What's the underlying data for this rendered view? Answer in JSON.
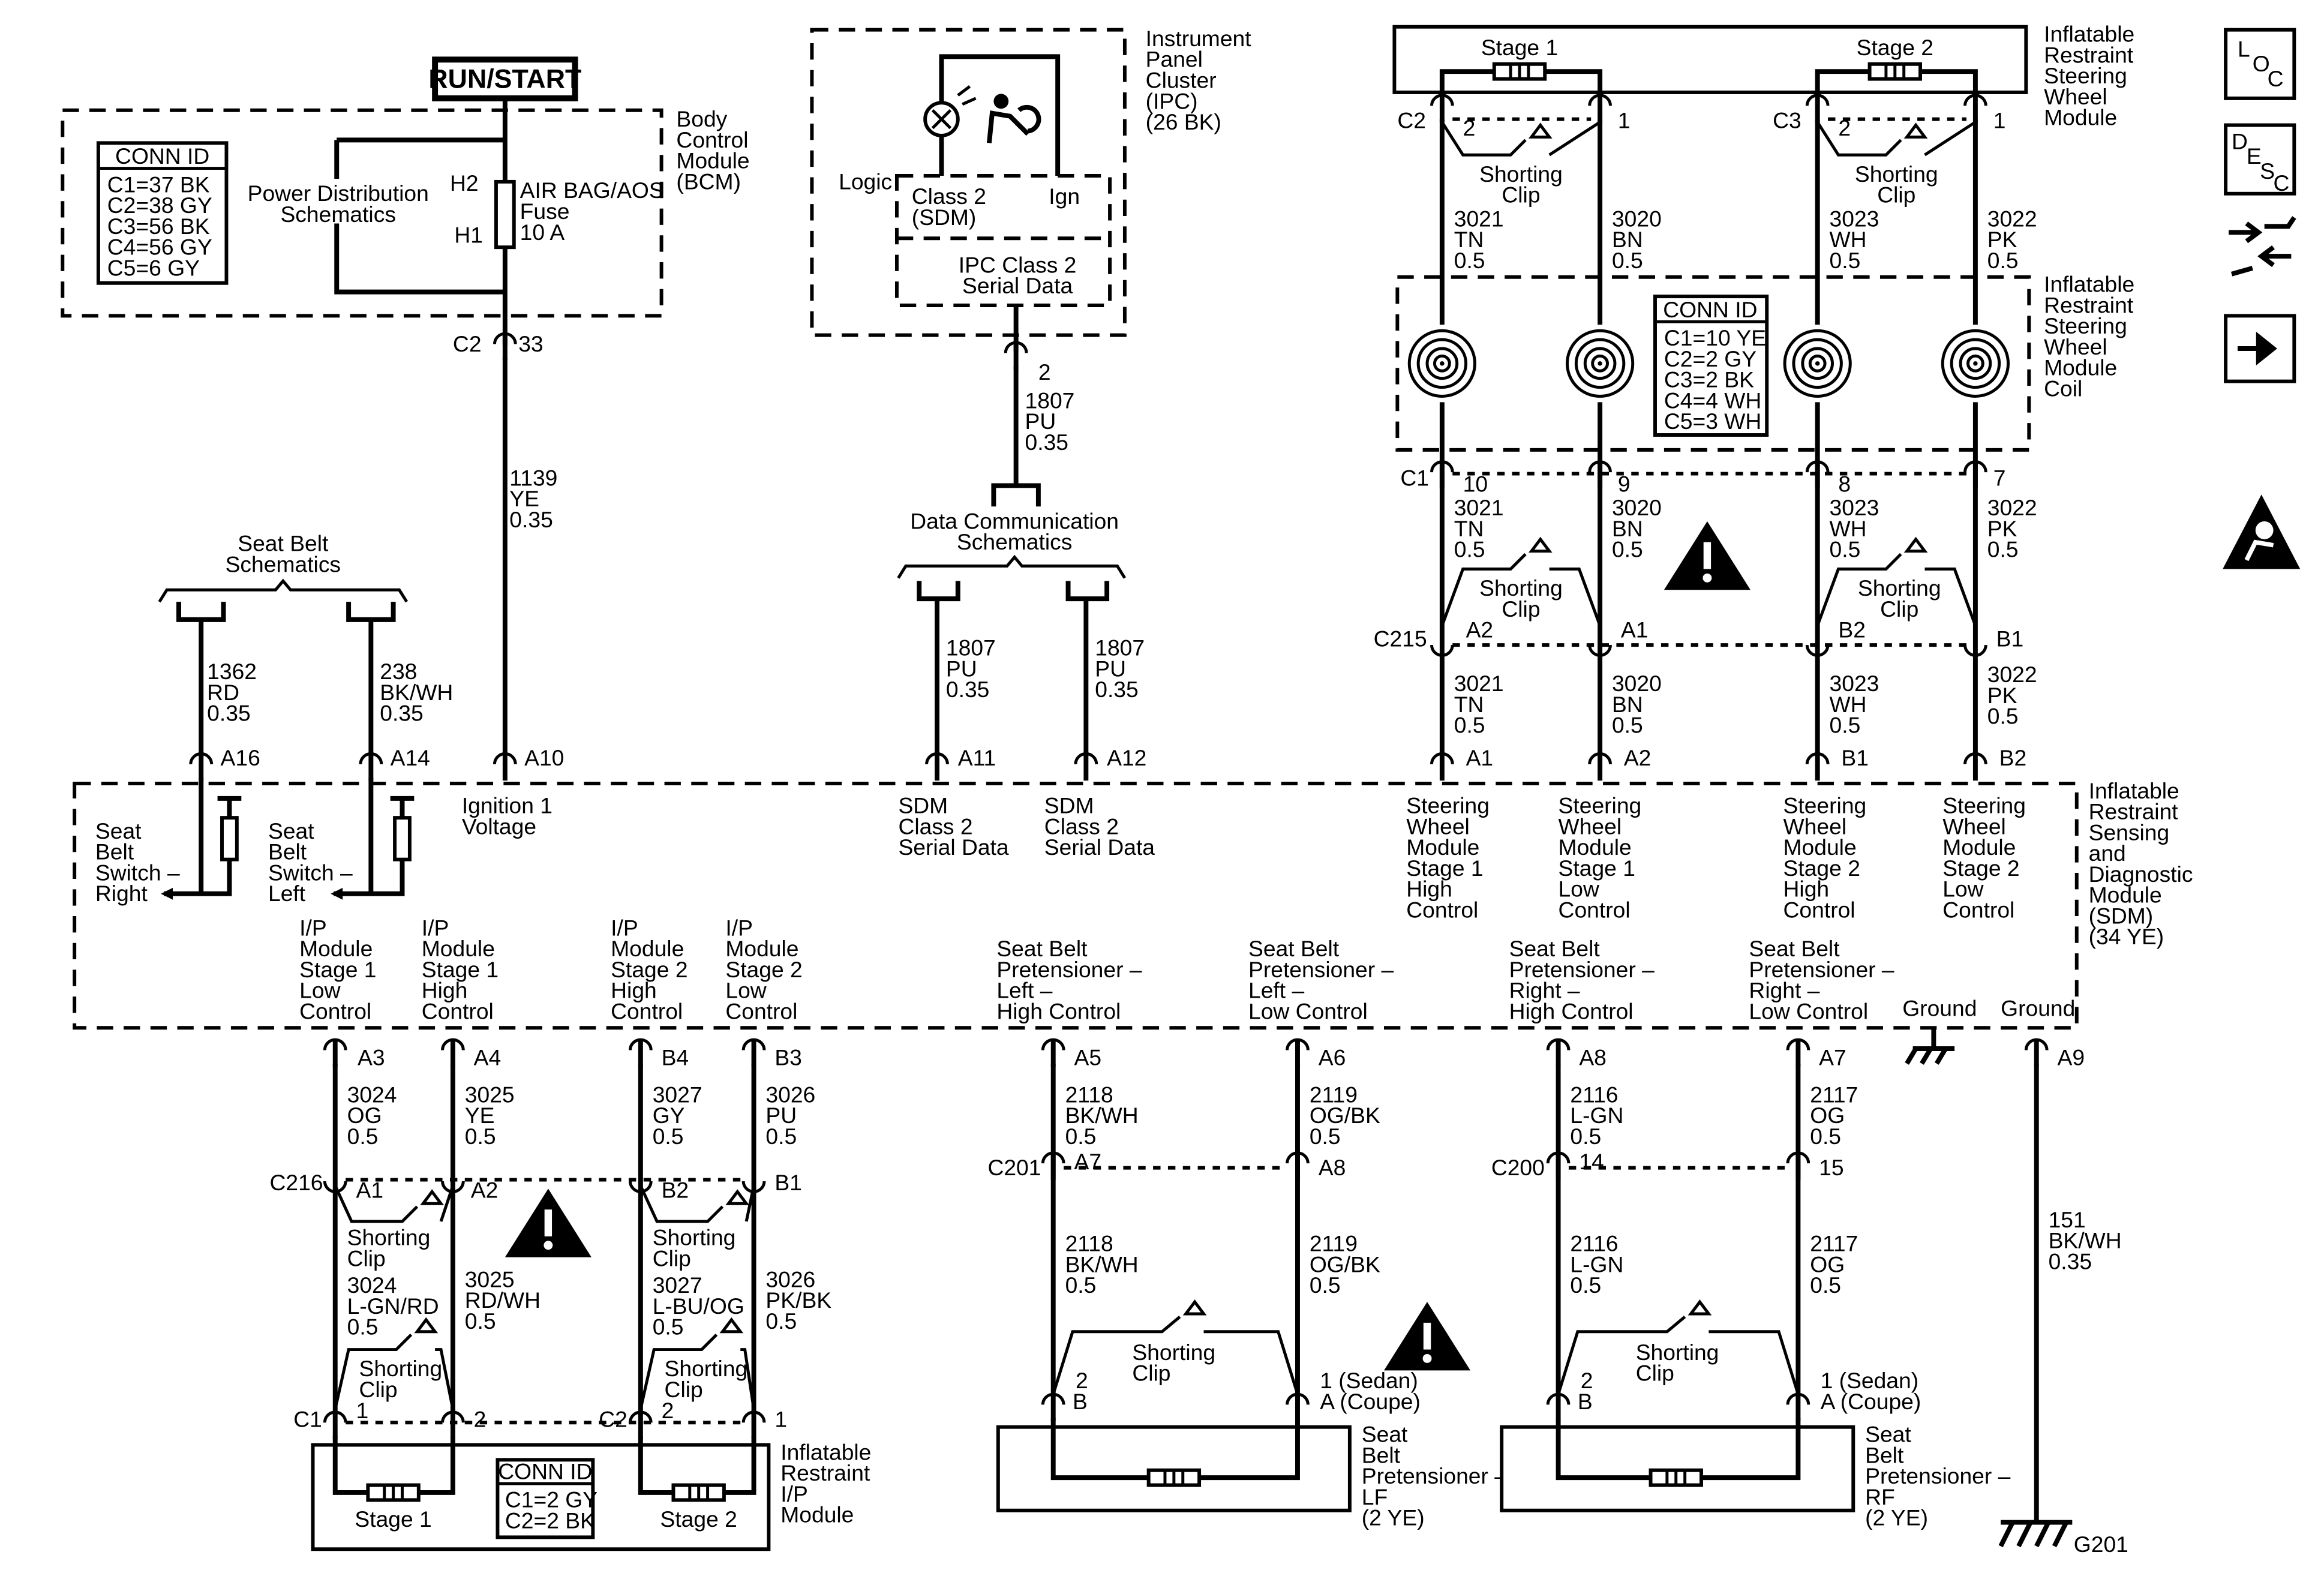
{
  "power": {
    "run_start": "RUN/START"
  },
  "bcm": {
    "title": [
      "Body",
      "Control",
      "Module",
      "(BCM)"
    ],
    "pds": [
      "Power Distribution",
      "Schematics"
    ],
    "fuse_name": [
      "AIR BAG/AOS",
      "Fuse",
      "10 A"
    ],
    "h2": "H2",
    "h1": "H1",
    "conn": "C2",
    "pin": "33",
    "conn_id_title": "CONN ID",
    "conn_ids": [
      "C1=37 BK",
      "C2=38 GY",
      "C3=56 BK",
      "C4=56 GY",
      "C5=6 GY"
    ]
  },
  "ipc": {
    "title": [
      "Instrument",
      "Panel",
      "Cluster",
      "(IPC)",
      "(26 BK)"
    ],
    "logic": "Logic",
    "class2": [
      "Class 2",
      "(SDM)"
    ],
    "ign": "Ign",
    "serial": [
      "IPC Class 2",
      "Serial Data"
    ],
    "pin": "2",
    "wire": [
      "1807",
      "PU",
      "0.35"
    ]
  },
  "dcs": [
    "Data Communication",
    "Schematics"
  ],
  "seatbelt_sch": [
    "Seat Belt",
    "Schematics"
  ],
  "steering_module": {
    "stage1": "Stage 1",
    "stage2": "Stage 2",
    "title": [
      "Inflatable",
      "Restraint",
      "Steering",
      "Wheel",
      "Module"
    ],
    "c2": "C2",
    "c3": "C3",
    "pin2": "2",
    "pin1": "1",
    "shorting": [
      "Shorting",
      "Clip"
    ]
  },
  "coil": {
    "title": [
      "Inflatable",
      "Restraint",
      "Steering",
      "Wheel",
      "Module",
      "Coil"
    ],
    "conn_id_title": "CONN ID",
    "conn_ids": [
      "C1=10 YE",
      "C2=2 GY",
      "C3=2 BK",
      "C4=4 WH",
      "C5=3 WH"
    ],
    "c1": "C1",
    "pins": [
      "10",
      "9",
      "8",
      "7"
    ],
    "c215": "C215",
    "c215_pins": [
      "A2",
      "A1",
      "B2",
      "B1"
    ]
  },
  "steer_wires": [
    [
      "3021",
      "TN",
      "0.5"
    ],
    [
      "3020",
      "BN",
      "0.5"
    ],
    [
      "3023",
      "WH",
      "0.5"
    ],
    [
      "3022",
      "PK",
      "0.5"
    ]
  ],
  "seat_wires": [
    [
      "1362",
      "RD",
      "0.35"
    ],
    [
      "238",
      "BK/WH",
      "0.35"
    ]
  ],
  "ign_wire": [
    "1139",
    "YE",
    "0.35"
  ],
  "data_wires": [
    [
      "1807",
      "PU",
      "0.35"
    ],
    [
      "1807",
      "PU",
      "0.35"
    ]
  ],
  "sdm": {
    "title": [
      "Inflatable",
      "Restraint",
      "Sensing",
      "and",
      "Diagnostic",
      "Module",
      "(SDM)",
      "(34 YE)"
    ],
    "top_pins": [
      "A16",
      "A14",
      "A10",
      "A11",
      "A12",
      "A1",
      "A2",
      "B1",
      "B2"
    ],
    "switch_r": [
      "Seat",
      "Belt",
      "Switch –",
      "Right"
    ],
    "switch_l": [
      "Seat",
      "Belt",
      "Switch –",
      "Left"
    ],
    "ign": [
      "Ignition 1",
      "Voltage"
    ],
    "ser1": [
      "SDM",
      "Class 2",
      "Serial Data"
    ],
    "ser2": [
      "SDM",
      "Class 2",
      "Serial Data"
    ],
    "steer_labels": [
      [
        "Steering",
        "Wheel",
        "Module",
        "Stage 1",
        "High",
        "Control"
      ],
      [
        "Steering",
        "Wheel",
        "Module",
        "Stage 1",
        "Low",
        "Control"
      ],
      [
        "Steering",
        "Wheel",
        "Module",
        "Stage 2",
        "High",
        "Control"
      ],
      [
        "Steering",
        "Wheel",
        "Module",
        "Stage 2",
        "Low",
        "Control"
      ]
    ],
    "ip_labels": [
      [
        "I/P",
        "Module",
        "Stage 1",
        "Low",
        "Control"
      ],
      [
        "I/P",
        "Module",
        "Stage 1",
        "High",
        "Control"
      ],
      [
        "I/P",
        "Module",
        "Stage 2",
        "High",
        "Control"
      ],
      [
        "I/P",
        "Module",
        "Stage 2",
        "Low",
        "Control"
      ]
    ],
    "pret_labels": [
      [
        "Seat Belt",
        "Pretensioner –",
        "Left –",
        "High Control"
      ],
      [
        "Seat Belt",
        "Pretensioner –",
        "Left –",
        "Low Control"
      ],
      [
        "Seat Belt",
        "Pretensioner –",
        "Right –",
        "High Control"
      ],
      [
        "Seat Belt",
        "Pretensioner –",
        "Right –",
        "Low Control"
      ]
    ],
    "ground": "Ground",
    "bottom_pins": [
      "A3",
      "A4",
      "B4",
      "B3",
      "A5",
      "A6",
      "A8",
      "A7",
      "A9"
    ]
  },
  "ip_wires_top": [
    [
      "3024",
      "OG",
      "0.5"
    ],
    [
      "3025",
      "YE",
      "0.5"
    ],
    [
      "3027",
      "GY",
      "0.5"
    ],
    [
      "3026",
      "PU",
      "0.5"
    ]
  ],
  "ip_wires_bot": [
    [
      "3024",
      "L-GN/RD",
      "0.5"
    ],
    [
      "3025",
      "RD/WH",
      "0.5"
    ],
    [
      "3027",
      "L-BU/OG",
      "0.5"
    ],
    [
      "3026",
      "PK/BK",
      "0.5"
    ]
  ],
  "c216": {
    "name": "C216",
    "pins": [
      "A1",
      "A2",
      "B2",
      "B1"
    ]
  },
  "ip_module": {
    "title": [
      "Inflatable",
      "Restraint",
      "I/P",
      "Module"
    ],
    "c1": "C1",
    "c2": "C2",
    "pin1": "1",
    "pin2": "2",
    "stage1": "Stage 1",
    "stage2": "Stage 2",
    "conn_id_title": "CONN ID",
    "conn_ids": [
      "C1=2 GY",
      "C2=2 BK"
    ]
  },
  "pret_wires": [
    [
      "2118",
      "BK/WH",
      "0.5"
    ],
    [
      "2119",
      "OG/BK",
      "0.5"
    ],
    [
      "2116",
      "L-GN",
      "0.5"
    ],
    [
      "2117",
      "OG",
      "0.5"
    ]
  ],
  "c201": {
    "name": "C201",
    "pins": [
      "A7",
      "A8"
    ]
  },
  "c200": {
    "name": "C200",
    "pins": [
      "14",
      "15"
    ]
  },
  "pret_lf": {
    "pin2": [
      "2",
      "B"
    ],
    "pin1": [
      "1 (Sedan)",
      "A (Coupe)"
    ],
    "title": [
      "Seat",
      "Belt",
      "Pretensioner –",
      "LF",
      "(2 YE)"
    ]
  },
  "pret_rf": {
    "pin2": [
      "2",
      "B"
    ],
    "pin1": [
      "1 (Sedan)",
      "A (Coupe)"
    ],
    "title": [
      "Seat",
      "Belt",
      "Pretensioner –",
      "RF",
      "(2 YE)"
    ]
  },
  "ground_wire": [
    "151",
    "BK/WH",
    "0.35"
  ],
  "g201": "G201",
  "side_icons": {
    "loc": [
      "L",
      "O",
      "C"
    ],
    "desc": [
      "D",
      "E",
      "S",
      "C"
    ]
  }
}
